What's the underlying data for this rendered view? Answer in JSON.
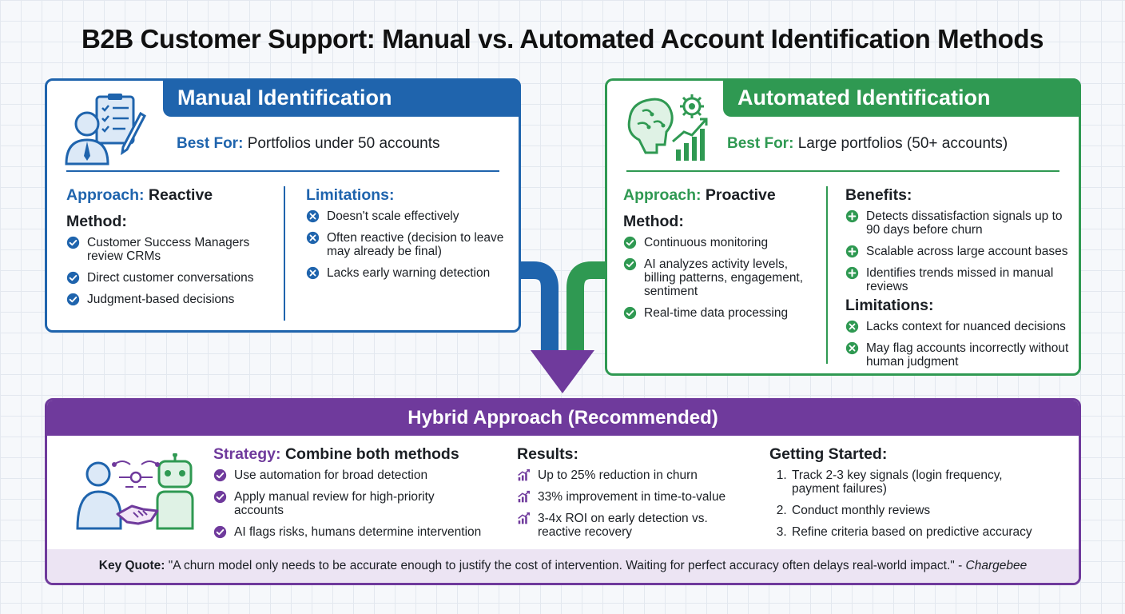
{
  "title": "B2B Customer Support: Manual vs. Automated Account Identification Methods",
  "colors": {
    "manual": "#1f64ad",
    "automated": "#2f9952",
    "hybrid": "#6f3a9c"
  },
  "manual": {
    "header": "Manual Identification",
    "icon": "person-checklist-icon",
    "best_for_label": "Best For:",
    "best_for_value": "Portfolios under 50 accounts",
    "approach_label": "Approach:",
    "approach_value": "Reactive",
    "method_label": "Method:",
    "method_items": [
      "Customer Success Managers review CRMs",
      "Direct customer conversations",
      "Judgment-based decisions"
    ],
    "limitations_label": "Limitations:",
    "limitations_items": [
      "Doesn't scale effectively",
      "Often reactive (decision to leave may already be final)",
      "Lacks early warning detection"
    ]
  },
  "automated": {
    "header": "Automated Identification",
    "icon": "ai-brain-chart-icon",
    "best_for_label": "Best For:",
    "best_for_value": "Large portfolios (50+ accounts)",
    "approach_label": "Approach:",
    "approach_value": "Proactive",
    "method_label": "Method:",
    "method_items": [
      "Continuous monitoring",
      "AI analyzes activity levels, billing patterns, engagement, sentiment",
      "Real-time data processing"
    ],
    "benefits_label": "Benefits:",
    "benefits_items": [
      "Detects dissatisfaction signals up to 90 days before churn",
      "Scalable across large account bases",
      "Identifies trends missed in manual reviews"
    ],
    "limitations_label": "Limitations:",
    "limitations_items": [
      "Lacks context for nuanced decisions",
      "May flag accounts incorrectly without human judgment"
    ]
  },
  "hybrid": {
    "header": "Hybrid Approach (Recommended)",
    "icon": "human-robot-handshake-icon",
    "strategy_label": "Strategy:",
    "strategy_value": "Combine both methods",
    "strategy_items": [
      "Use automation for broad detection",
      "Apply manual review for high-priority accounts",
      "AI flags risks, humans determine intervention"
    ],
    "results_label": "Results:",
    "results_items": [
      "Up to 25% reduction in churn",
      "33% improvement in time-to-value",
      "3-4x ROI on early detection vs. reactive recovery"
    ],
    "getting_started_label": "Getting Started:",
    "getting_started_items": [
      "Track 2-3 key signals (login frequency, payment failures)",
      "Conduct monthly reviews",
      "Refine criteria based on predictive accuracy"
    ],
    "quote_label": "Key Quote:",
    "quote_text": "\"A churn model only needs to be accurate enough to justify the cost of intervention. Waiting for perfect accuracy often delays real-world impact.\"",
    "quote_dash": " - ",
    "quote_source": "Chargebee"
  }
}
